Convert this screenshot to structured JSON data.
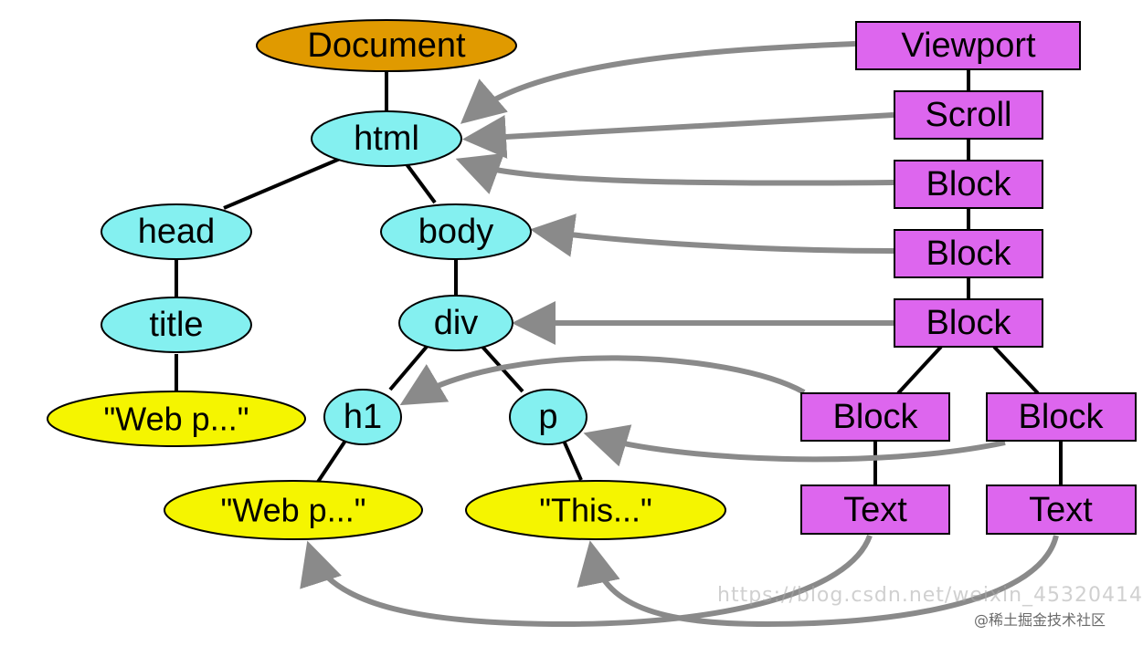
{
  "dom_tree": {
    "document": "Document",
    "html": "html",
    "head": "head",
    "body": "body",
    "title": "title",
    "title_text": "\"Web p...\"",
    "div": "div",
    "h1": "h1",
    "p": "p",
    "h1_text": "\"Web p...\"",
    "p_text": "\"This...\""
  },
  "layout_tree": {
    "viewport": "Viewport",
    "scroll": "Scroll",
    "block_1": "Block",
    "block_2": "Block",
    "block_3": "Block",
    "block_left": "Block",
    "block_right": "Block",
    "text_left": "Text",
    "text_right": "Text"
  },
  "colors": {
    "document_fill": "#e09a00",
    "element_fill": "#84f0f0",
    "text_node_fill": "#f5f500",
    "layout_box_fill": "#dd66ee",
    "arrow": "#8a8a8a"
  },
  "watermark": {
    "url": "https://blog.csdn.net/weixin_45320414",
    "site": "@稀土掘金技术社区"
  }
}
